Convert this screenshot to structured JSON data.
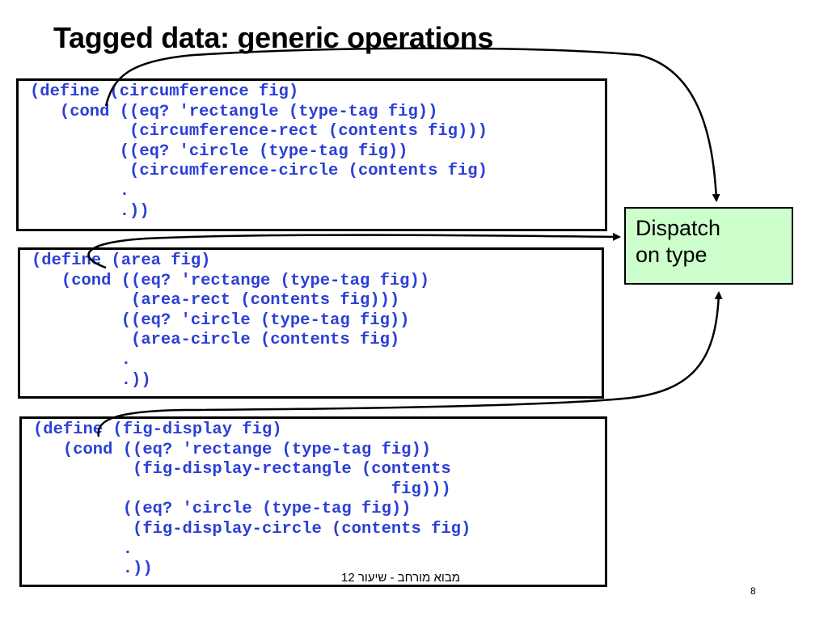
{
  "title": "Tagged data: generic operations",
  "code_blocks": [
    {
      "lines": [
        "(define (circumference fig)",
        "   (cond ((eq? 'rectangle (type-tag fig))",
        "          (circumference-rect (contents fig)))",
        "         ((eq? 'circle (type-tag fig))",
        "          (circumference-circle (contents fig)",
        "         .",
        "         .))"
      ]
    },
    {
      "lines": [
        "(define (area fig)",
        "   (cond ((eq? 'rectange (type-tag fig))",
        "          (area-rect (contents fig)))",
        "         ((eq? 'circle (type-tag fig))",
        "          (area-circle (contents fig)",
        "         .",
        "         .))"
      ]
    },
    {
      "lines": [
        "(define (fig-display fig)",
        "   (cond ((eq? 'rectange (type-tag fig))",
        "          (fig-display-rectangle (contents",
        "                                    fig)))",
        "         ((eq? 'circle (type-tag fig))",
        "          (fig-display-circle (contents fig)",
        "         .",
        "         .))"
      ]
    }
  ],
  "dispatch": {
    "line1": "Dispatch",
    "line2": "on type",
    "fill_color": "#ccffcc"
  },
  "footer": {
    "course": "מבוא מורחב - שיעור 12",
    "page_number": "8"
  },
  "colors": {
    "code_text": "#2b3fd6",
    "title_text": "#000000"
  }
}
